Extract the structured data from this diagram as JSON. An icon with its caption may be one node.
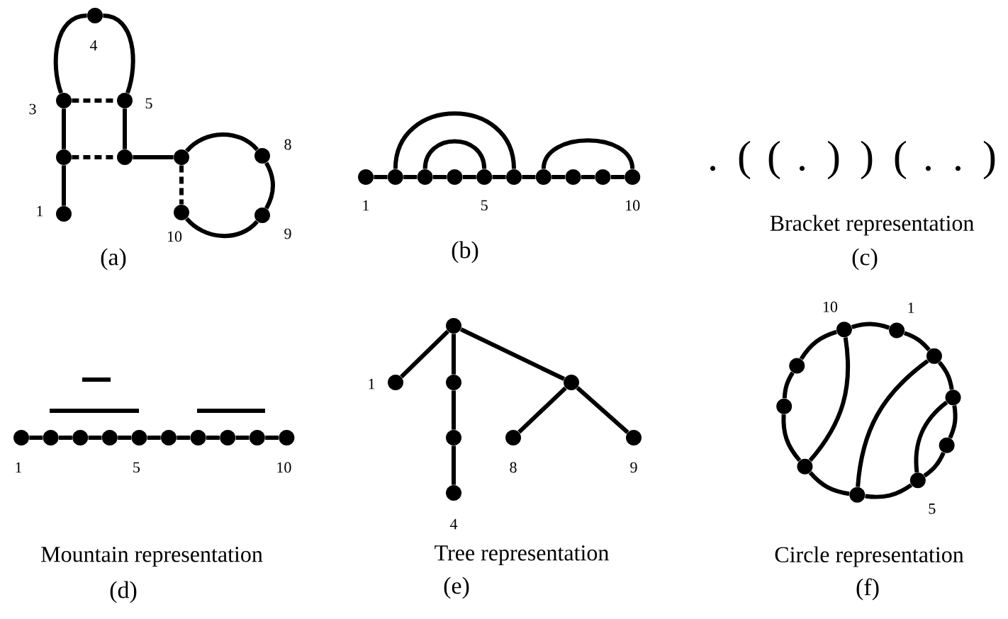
{
  "diagram": {
    "nodes": [
      {
        "text": [],
        "shape": "circle",
        "beside": [
          "1"
        ]
      },
      {
        "text": [],
        "shape": "circle"
      },
      {
        "text": [],
        "shape": "circle",
        "beside": [
          "3"
        ]
      },
      {
        "text": [],
        "shape": "circle",
        "beside": [
          "4"
        ]
      },
      {
        "text": [],
        "shape": "circle",
        "beside": [
          "5"
        ]
      },
      {
        "text": [],
        "shape": "circle"
      },
      {
        "text": [],
        "shape": "circle"
      },
      {
        "text": [],
        "shape": "circle",
        "beside": [
          "8"
        ]
      },
      {
        "text": [],
        "shape": "circle",
        "beside": [
          "9"
        ]
      },
      {
        "text": [],
        "shape": "circle",
        "beside": [
          "10"
        ]
      },
      {
        "text": [],
        "shape": "circle",
        "beside": [
          "1"
        ]
      },
      {
        "text": [],
        "shape": "circle"
      },
      {
        "text": [],
        "shape": "circle"
      },
      {
        "text": [],
        "shape": "circle"
      },
      {
        "text": [],
        "shape": "circle",
        "beside": [
          "5"
        ]
      },
      {
        "text": [],
        "shape": "circle"
      },
      {
        "text": [],
        "shape": "circle"
      },
      {
        "text": [],
        "shape": "circle"
      },
      {
        "text": [],
        "shape": "circle"
      },
      {
        "text": [],
        "shape": "circle",
        "beside": [
          "10"
        ]
      },
      {
        "text": [],
        "shape": "circle",
        "beside": [
          "1"
        ]
      },
      {
        "text": [],
        "shape": "circle"
      },
      {
        "text": [],
        "shape": "circle"
      },
      {
        "text": [],
        "shape": "circle"
      },
      {
        "text": [],
        "shape": "circle",
        "beside": [
          "5"
        ]
      },
      {
        "text": [],
        "shape": "circle"
      },
      {
        "text": [],
        "shape": "circle"
      },
      {
        "text": [],
        "shape": "circle"
      },
      {
        "text": [],
        "shape": "circle"
      },
      {
        "text": [],
        "shape": "circle",
        "beside": [
          "10"
        ]
      },
      {
        "text": [],
        "shape": "circle"
      },
      {
        "text": [],
        "shape": "circle",
        "beside": [
          "1"
        ]
      },
      {
        "text": [],
        "shape": "circle"
      },
      {
        "text": [],
        "shape": "circle"
      },
      {
        "text": [],
        "shape": "circle"
      },
      {
        "text": [],
        "shape": "circle",
        "beside": [
          "8"
        ]
      },
      {
        "text": [],
        "shape": "circle",
        "beside": [
          "9"
        ]
      },
      {
        "text": [],
        "shape": "circle",
        "beside": [
          "4"
        ]
      },
      {
        "text": [],
        "shape": "circle",
        "beside": [
          "1"
        ]
      },
      {
        "text": [],
        "shape": "circle"
      },
      {
        "text": [],
        "shape": "circle"
      },
      {
        "text": [],
        "shape": "circle"
      },
      {
        "text": [],
        "shape": "circle",
        "beside": [
          "5"
        ]
      },
      {
        "text": [],
        "shape": "circle"
      },
      {
        "text": [],
        "shape": "circle"
      },
      {
        "text": [],
        "shape": "circle"
      },
      {
        "text": [],
        "shape": "circle"
      },
      {
        "text": [],
        "shape": "circle",
        "beside": [
          "10"
        ]
      }
    ],
    "edges": [
      {
        "from": 0,
        "to": 1,
        "arrow": "none"
      },
      {
        "from": 1,
        "to": 2,
        "arrow": "none"
      },
      {
        "from": 2,
        "to": 3,
        "arrow": "none"
      },
      {
        "from": 3,
        "to": 4,
        "arrow": "none"
      },
      {
        "from": 4,
        "to": 5,
        "arrow": "none"
      },
      {
        "from": 5,
        "to": 6,
        "arrow": "none"
      },
      {
        "from": 6,
        "to": 7,
        "arrow": "none"
      },
      {
        "from": 7,
        "to": 8,
        "arrow": "none"
      },
      {
        "from": 8,
        "to": 9,
        "arrow": "none"
      },
      {
        "from": 2,
        "to": 4,
        "arrow": "none",
        "style": "dashed"
      },
      {
        "from": 1,
        "to": 5,
        "arrow": "none",
        "style": "dashed"
      },
      {
        "from": 6,
        "to": 9,
        "arrow": "none",
        "style": "dashed"
      },
      {
        "from": 10,
        "to": 11,
        "arrow": "none"
      },
      {
        "from": 11,
        "to": 12,
        "arrow": "none"
      },
      {
        "from": 12,
        "to": 13,
        "arrow": "none"
      },
      {
        "from": 13,
        "to": 14,
        "arrow": "none"
      },
      {
        "from": 14,
        "to": 15,
        "arrow": "none"
      },
      {
        "from": 15,
        "to": 16,
        "arrow": "none"
      },
      {
        "from": 16,
        "to": 17,
        "arrow": "none"
      },
      {
        "from": 17,
        "to": 18,
        "arrow": "none"
      },
      {
        "from": 18,
        "to": 19,
        "arrow": "none"
      },
      {
        "from": 11,
        "to": 15,
        "arrow": "none"
      },
      {
        "from": 12,
        "to": 14,
        "arrow": "none"
      },
      {
        "from": 16,
        "to": 19,
        "arrow": "none"
      },
      {
        "from": 20,
        "to": 21,
        "arrow": "none"
      },
      {
        "from": 21,
        "to": 22,
        "arrow": "none"
      },
      {
        "from": 22,
        "to": 23,
        "arrow": "none"
      },
      {
        "from": 23,
        "to": 24,
        "arrow": "none"
      },
      {
        "from": 24,
        "to": 25,
        "arrow": "none"
      },
      {
        "from": 25,
        "to": 26,
        "arrow": "none"
      },
      {
        "from": 26,
        "to": 27,
        "arrow": "none"
      },
      {
        "from": 27,
        "to": 28,
        "arrow": "none"
      },
      {
        "from": 28,
        "to": 29,
        "arrow": "none"
      },
      {
        "from": 30,
        "to": 31,
        "arrow": "none"
      },
      {
        "from": 30,
        "to": 32,
        "arrow": "none"
      },
      {
        "from": 32,
        "to": 34,
        "arrow": "none"
      },
      {
        "from": 34,
        "to": 37,
        "arrow": "none"
      },
      {
        "from": 30,
        "to": 33,
        "arrow": "none"
      },
      {
        "from": 33,
        "to": 35,
        "arrow": "none"
      },
      {
        "from": 33,
        "to": 36,
        "arrow": "none"
      },
      {
        "from": 38,
        "to": 39,
        "arrow": "none"
      },
      {
        "from": 39,
        "to": 40,
        "arrow": "none"
      },
      {
        "from": 40,
        "to": 41,
        "arrow": "none"
      },
      {
        "from": 41,
        "to": 42,
        "arrow": "none"
      },
      {
        "from": 42,
        "to": 43,
        "arrow": "none"
      },
      {
        "from": 43,
        "to": 44,
        "arrow": "none"
      },
      {
        "from": 44,
        "to": 45,
        "arrow": "none"
      },
      {
        "from": 45,
        "to": 46,
        "arrow": "none"
      },
      {
        "from": 46,
        "to": 47,
        "arrow": "none"
      },
      {
        "from": 47,
        "to": 38,
        "arrow": "none"
      },
      {
        "from": 39,
        "to": 43,
        "arrow": "none"
      },
      {
        "from": 40,
        "to": 42,
        "arrow": "none"
      },
      {
        "from": 44,
        "to": 47,
        "arrow": "none"
      }
    ],
    "labels": [
      "(a)",
      "(b)",
      ". ( ( . ) ) ( . . )",
      "Bracket representation",
      "(c)",
      "Mountain representation",
      "(d)",
      "Tree representation",
      "(e)",
      "Circle representation",
      "(f)"
    ]
  }
}
